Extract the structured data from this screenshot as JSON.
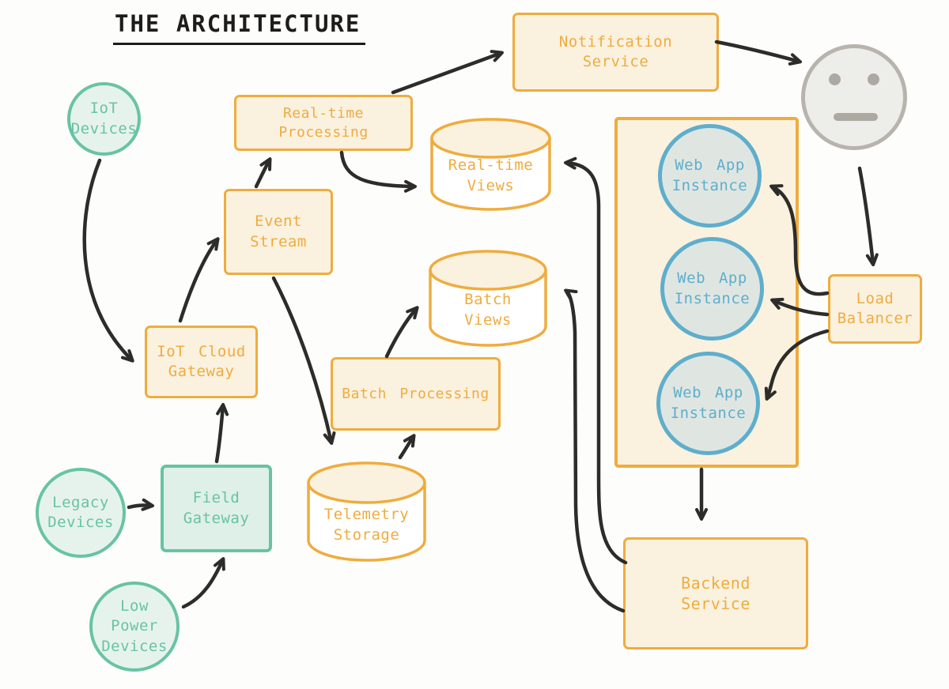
{
  "title": "THE ARCHITECTURE",
  "colors": {
    "background": "#FDFDFB",
    "ink": "#2D2C29",
    "title_color": "#1D1C1A",
    "orange": "#EFAC3E",
    "orange_fill": "#FAF1DF",
    "teal": "#68C3A5",
    "teal_fill": "#E6F3ED",
    "teal_fill_box": "#DFF0E8",
    "blue": "#5FAECB",
    "blue_fill": "#DFE6E2",
    "gray": "#B7B4AE",
    "gray_fill": "#EDEDEA",
    "gray_feature": "#ACA9A3",
    "cylinder_body": "#FFFFFF"
  },
  "nodes": {
    "iot_devices": {
      "label": "IoT\nDevices",
      "shape": "circle",
      "color": "teal"
    },
    "legacy_devices": {
      "label": "Legacy\nDevices",
      "shape": "circle",
      "color": "teal"
    },
    "low_power_devices": {
      "label": "Low Power\nDevices",
      "shape": "circle",
      "color": "teal"
    },
    "field_gateway": {
      "label": "Field\nGateway",
      "shape": "box",
      "color": "teal"
    },
    "iot_cloud_gateway": {
      "label": "IoT Cloud\nGateway",
      "shape": "box",
      "color": "orange"
    },
    "event_stream": {
      "label": "Event\nStream",
      "shape": "box",
      "color": "orange"
    },
    "realtime_processing": {
      "label": "Real-time Processing",
      "shape": "box",
      "color": "orange"
    },
    "notification_service": {
      "label": "Notification\nService",
      "shape": "box",
      "color": "orange"
    },
    "realtime_views": {
      "label": "Real-time\nViews",
      "shape": "cylinder",
      "color": "orange"
    },
    "batch_views": {
      "label": "Batch\nViews",
      "shape": "cylinder",
      "color": "orange"
    },
    "telemetry_storage": {
      "label": "Telemetry\nStorage",
      "shape": "cylinder",
      "color": "orange"
    },
    "batch_processing": {
      "label": "Batch Processing",
      "shape": "box",
      "color": "orange"
    },
    "web_app_cluster": {
      "label": "",
      "shape": "container",
      "color": "orange"
    },
    "web_app_instances": [
      {
        "label": "Web App\nInstance"
      },
      {
        "label": "Web App\nInstance"
      },
      {
        "label": "Web App\nInstance"
      }
    ],
    "load_balancer": {
      "label": "Load\nBalancer",
      "shape": "box",
      "color": "orange"
    },
    "backend_service": {
      "label": "Backend\nService",
      "shape": "box",
      "color": "orange"
    },
    "user": {
      "icon": "neutral-face-icon",
      "color": "gray"
    }
  },
  "edges": [
    {
      "from": "iot_devices",
      "to": "iot_cloud_gateway"
    },
    {
      "from": "legacy_devices",
      "to": "field_gateway"
    },
    {
      "from": "low_power_devices",
      "to": "field_gateway"
    },
    {
      "from": "field_gateway",
      "to": "iot_cloud_gateway"
    },
    {
      "from": "iot_cloud_gateway",
      "to": "event_stream"
    },
    {
      "from": "event_stream",
      "to": "realtime_processing"
    },
    {
      "from": "event_stream",
      "to": "telemetry_storage"
    },
    {
      "from": "realtime_processing",
      "to": "realtime_views"
    },
    {
      "from": "realtime_processing",
      "to": "notification_service"
    },
    {
      "from": "notification_service",
      "to": "user"
    },
    {
      "from": "user",
      "to": "load_balancer"
    },
    {
      "from": "load_balancer",
      "to": "web_app_instance_1"
    },
    {
      "from": "load_balancer",
      "to": "web_app_instance_2"
    },
    {
      "from": "load_balancer",
      "to": "web_app_instance_3"
    },
    {
      "from": "web_app_cluster",
      "to": "backend_service"
    },
    {
      "from": "backend_service",
      "to": "realtime_views"
    },
    {
      "from": "backend_service",
      "to": "batch_views"
    },
    {
      "from": "telemetry_storage",
      "to": "batch_processing"
    },
    {
      "from": "batch_processing",
      "to": "batch_views"
    }
  ]
}
